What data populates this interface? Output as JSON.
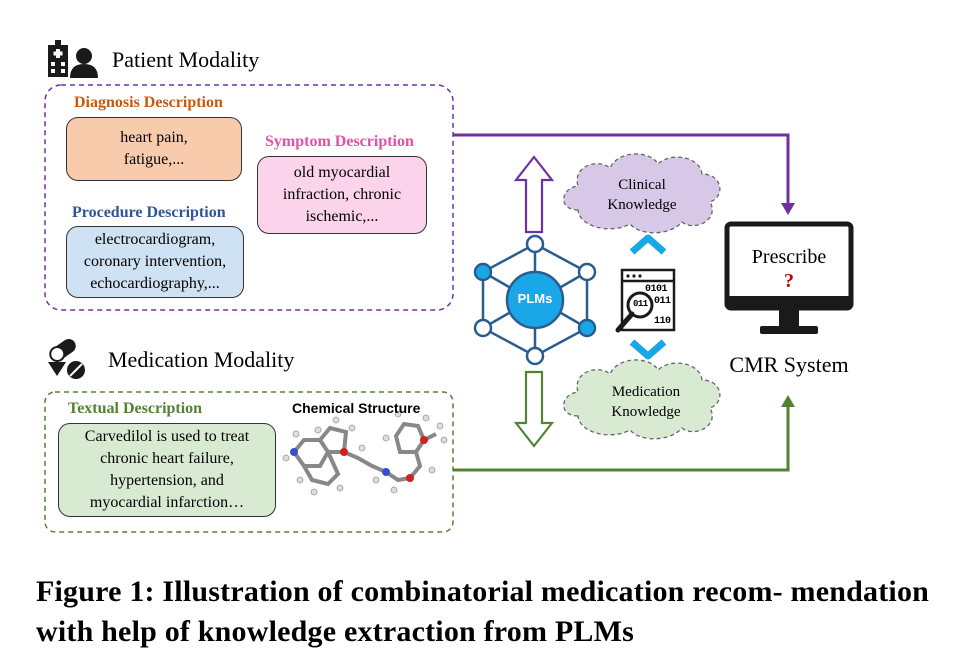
{
  "patient": {
    "heading": "Patient Modality",
    "diagnosis_label": "Diagnosis Description",
    "diagnosis_text": "heart pain, fatigue,...",
    "symptom_label": "Symptom Description",
    "symptom_text": "old myocardial infraction, chronic ischemic,...",
    "procedure_label": "Procedure Description",
    "procedure_text": "electrocardiogram, coronary intervention, echocardiography,..."
  },
  "medication": {
    "heading": "Medication Modality",
    "textual_label": "Textual Description",
    "textual_text": "Carvedilol is used to treat chronic heart failure, hypertension, and myocardial infarction…",
    "chemical_label": "Chemical Structure"
  },
  "center": {
    "plms_label": "PLMs",
    "clinical_knowledge": "Clinical Knowledge",
    "medication_knowledge": "Medication Knowledge",
    "binary_top": "0101",
    "binary_mid1": "011",
    "binary_mid2": "011",
    "binary_bot": "110"
  },
  "system": {
    "prescribe": "Prescribe",
    "question": "?",
    "name": "CMR System"
  },
  "caption": "Figure 1: Illustration of combinatorial medication recom- mendation with help of knowledge extraction from PLMs",
  "colors": {
    "purple": "#7030a0",
    "green": "#548235",
    "diagnosis": "#c55a11",
    "symptom": "#e84ea2",
    "procedure": "#2f5597",
    "textual": "#548235",
    "blue": "#1aa7e8"
  },
  "icons": [
    "hospital-patient-icon",
    "pills-icon",
    "plms-network-icon",
    "data-search-icon",
    "monitor-icon"
  ]
}
